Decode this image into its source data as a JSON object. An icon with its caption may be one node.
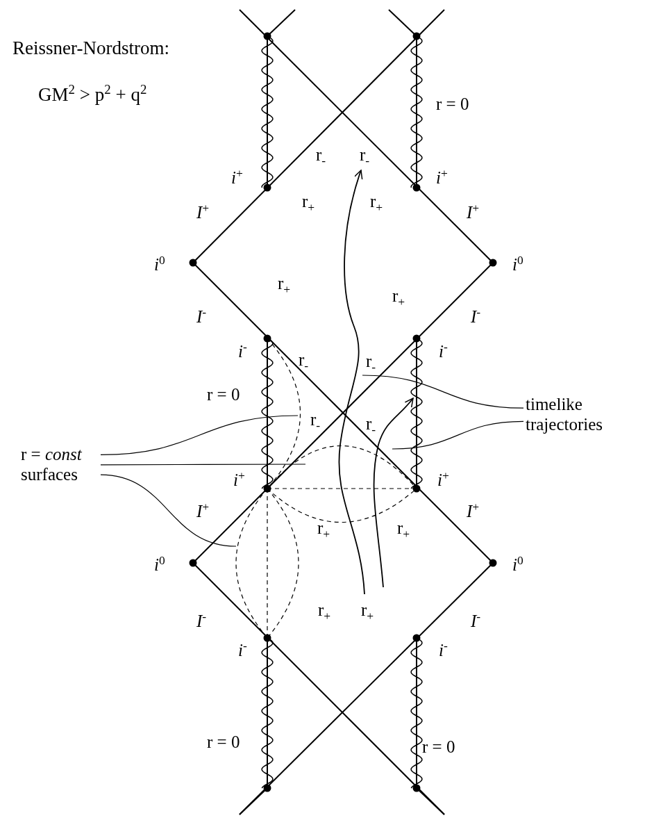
{
  "diagram": {
    "title": "Reissner-Nordstrom:",
    "nodes": [
      {
        "text": [
          "r = *const* surfaces"
        ]
      },
      {
        "text": [
          "timelike trajectories"
        ]
      },
      {
        "text": [],
        "shape": "curve"
      },
      {
        "text": [],
        "shape": "curve"
      },
      {
        "text": [],
        "shape": "curve"
      },
      {
        "text": [],
        "shape": "curve"
      },
      {
        "text": [],
        "shape": "curve"
      }
    ],
    "edges": [
      {
        "from": 0,
        "to": 2,
        "arrow": "none"
      },
      {
        "from": 0,
        "to": 3,
        "arrow": "none"
      },
      {
        "from": 0,
        "to": 4,
        "arrow": "none"
      },
      {
        "from": 1,
        "to": 5,
        "arrow": "none"
      },
      {
        "from": 1,
        "to": 6,
        "arrow": "none"
      }
    ],
    "labels": [
      "GM$^{2}$ > p$^{2}$ + q$^{2}$",
      "r = 0",
      "r$_{-}$",
      "r$_{-}$",
      "*i*$^{+}$",
      "*i*$^{+}$",
      "r$_{+}$",
      "r$_{+}$",
      "*I*$^{+}$",
      "*I*$^{+}$",
      "*i*$^{0}$",
      "*i*$^{0}$",
      "r$_{+}$",
      "r$_{+}$",
      "*I*$^{-}$",
      "*I*$^{-}$",
      "*i*$^{-}$",
      "*i*$^{-}$",
      "r$_{-}$",
      "r$_{-}$",
      "r = 0",
      "r$_{-}$",
      "r$_{-}$",
      "*i*$^{+}$",
      "*i*$^{+}$",
      "*I*$^{+}$",
      "*I*$^{+}$",
      "r$_{+}$",
      "r$_{+}$",
      "*i*$^{0}$",
      "*i*$^{0}$",
      "r$_{+}$",
      "r$_{+}$",
      "*I*$^{-}$",
      "*I*$^{-}$",
      "*i*$^{-}$",
      "*i*$^{-}$",
      "r = 0",
      "r = 0"
    ]
  }
}
